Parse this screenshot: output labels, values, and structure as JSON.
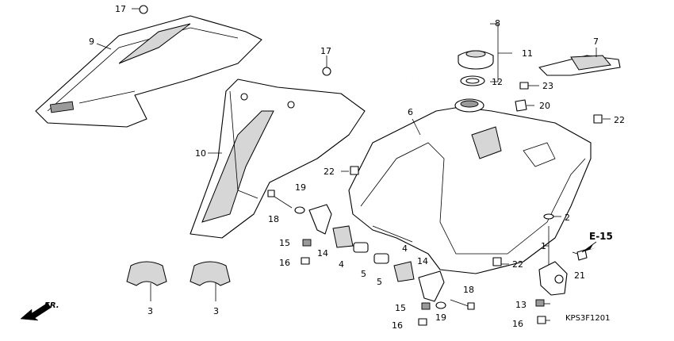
{
  "diagram": {
    "part_code": "KPS3F1201",
    "reference_tag": "E-15",
    "direction_label": "FR.",
    "callouts": {
      "c1": "1",
      "c2": "2",
      "c3a": "3",
      "c3b": "3",
      "c4a": "4",
      "c4b": "4",
      "c5a": "5",
      "c5b": "5",
      "c6": "6",
      "c7": "7",
      "c8": "8",
      "c9": "9",
      "c10": "10",
      "c11": "11",
      "c12": "12",
      "c13": "13",
      "c14a": "14",
      "c14b": "14",
      "c15a": "15",
      "c15b": "15",
      "c16a": "16",
      "c16b": "16",
      "c17a": "17",
      "c17b": "17",
      "c18a": "18",
      "c18b": "18",
      "c19a": "19",
      "c19b": "19",
      "c20": "20",
      "c21": "21",
      "c22a": "22",
      "c22b": "22",
      "c22c": "22",
      "c23": "23"
    }
  }
}
